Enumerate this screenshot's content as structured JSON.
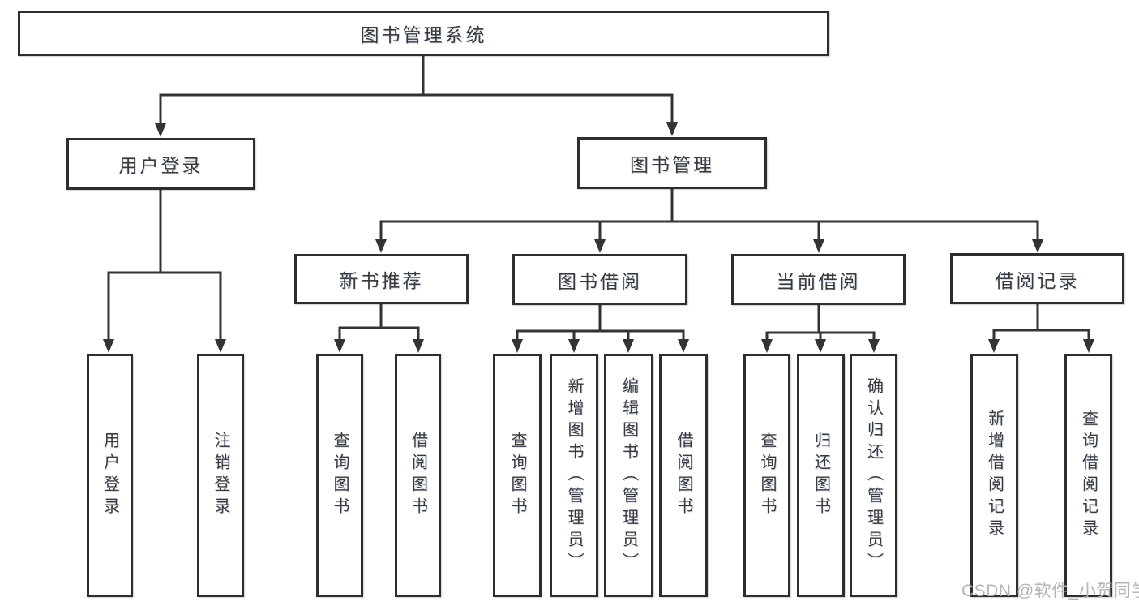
{
  "diagram": {
    "root": "图书管理系统",
    "user_login": {
      "label": "用户登录",
      "children": [
        "用户登录",
        "注销登录"
      ]
    },
    "book_mgmt": {
      "label": "图书管理"
    },
    "new_books": {
      "label": "新书推荐",
      "children": [
        "查询图书",
        "借阅图书"
      ]
    },
    "book_borrow": {
      "label": "图书借阅",
      "children": [
        "查询图书",
        "新增图书（管理员）",
        "编辑图书（管理员）",
        "借阅图书"
      ]
    },
    "current_borrow": {
      "label": "当前借阅",
      "children": [
        "查询图书",
        "归还图书",
        "确认归还（管理员）"
      ]
    },
    "borrow_records": {
      "label": "借阅记录",
      "children": [
        "新增借阅记录",
        "查询借阅记录"
      ]
    }
  },
  "watermark": "CSDN @软件_小贺同学",
  "colors": {
    "line": "#333333",
    "border": "#2e2e2e",
    "text": "#3a3a3a",
    "watermark_text": "#b2b2b2",
    "background": "#ffffff"
  }
}
